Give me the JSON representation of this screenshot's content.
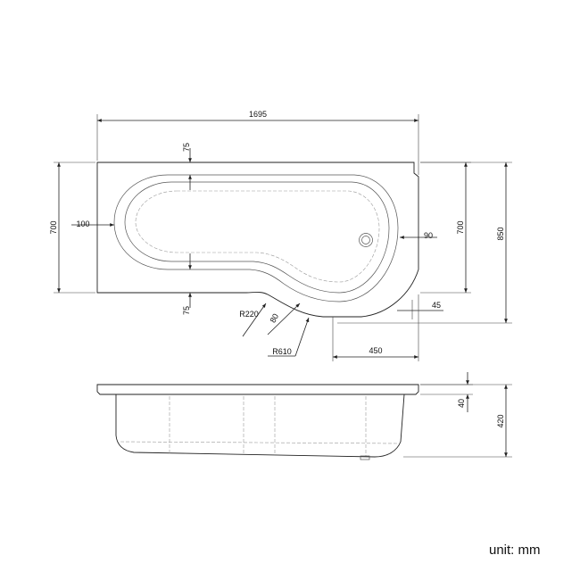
{
  "dimensions": {
    "overall_length": "1695",
    "rim_top": "75",
    "rim_bottom": "75",
    "rim_left": "100",
    "rim_right": "90",
    "width_left": "700",
    "width_right": "700",
    "width_total": "850",
    "radius_small": "R220",
    "radius_large": "R610",
    "step_80": "80",
    "offset_45": "45",
    "shower_end": "450",
    "lip_height": "40",
    "depth": "420"
  },
  "unit_label": "unit: mm",
  "colors": {
    "line": "#222222",
    "background": "#ffffff"
  }
}
